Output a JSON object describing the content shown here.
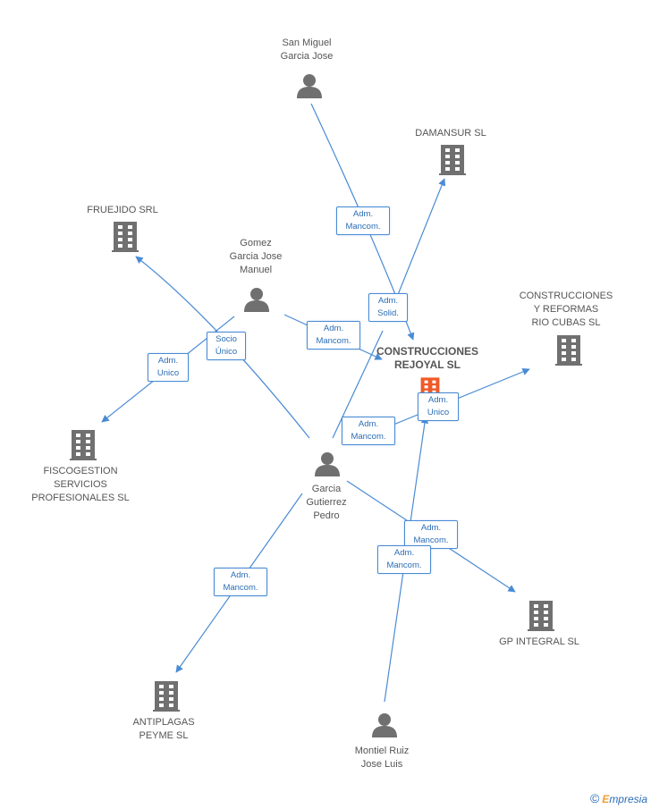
{
  "nodes": [
    {
      "id": "san_miguel",
      "label": "San Miguel\nGarcia Jose",
      "kind": "person",
      "center": false
    },
    {
      "id": "damansur",
      "label": "DAMANSUR SL",
      "kind": "company",
      "center": false
    },
    {
      "id": "fruejido",
      "label": "FRUEJIDO SRL",
      "kind": "company",
      "center": false
    },
    {
      "id": "gomez",
      "label": "Gomez\nGarcia Jose\nManuel",
      "kind": "person",
      "center": false
    },
    {
      "id": "construcciones_rio",
      "label": "CONSTRUCCIONES\nY REFORMAS\nRIO CUBAS SL",
      "kind": "company",
      "center": false
    },
    {
      "id": "rejoyal",
      "label": "CONSTRUCCIONES\nREJOYAL SL",
      "kind": "company",
      "center": true
    },
    {
      "id": "fiscogestion",
      "label": "FISCOGESTION\nSERVICIOS\nPROFESIONALES SL",
      "kind": "company",
      "center": false
    },
    {
      "id": "garcia_pedro",
      "label": "Garcia\nGutierrez\nPedro",
      "kind": "person",
      "center": false
    },
    {
      "id": "gp_integral",
      "label": "GP INTEGRAL SL",
      "kind": "company",
      "center": false
    },
    {
      "id": "antiplagas",
      "label": "ANTIPLAGAS\nPEYME SL",
      "kind": "company",
      "center": false
    },
    {
      "id": "montiel",
      "label": "Montiel Ruiz\nJose Luis",
      "kind": "person",
      "center": false
    }
  ],
  "edges": [
    {
      "id": "e1",
      "label": "Adm.\nMancom."
    },
    {
      "id": "e2",
      "label": "Adm.\nSolid."
    },
    {
      "id": "e3",
      "label": "Adm.\nMancom."
    },
    {
      "id": "e4",
      "label": "Socio\nÚnico"
    },
    {
      "id": "e5",
      "label": "Adm.\nUnico"
    },
    {
      "id": "e6",
      "label": "Adm.\nMancom."
    },
    {
      "id": "e7",
      "label": "Adm.\nUnico"
    },
    {
      "id": "e8",
      "label": "Adm.\nMancom."
    },
    {
      "id": "e9",
      "label": "Adm.\nMancom."
    },
    {
      "id": "e10",
      "label": "Adm.\nMancom."
    }
  ],
  "colors": {
    "edge": "#4a8bd4",
    "person_icon": "#707070",
    "company_icon": "#707070",
    "center_icon": "#f05a28",
    "label_text": "#555555",
    "edge_label_text": "#2a6db5"
  },
  "watermark": {
    "symbol": "©",
    "brand_first": "E",
    "brand_rest": "mpresia"
  }
}
